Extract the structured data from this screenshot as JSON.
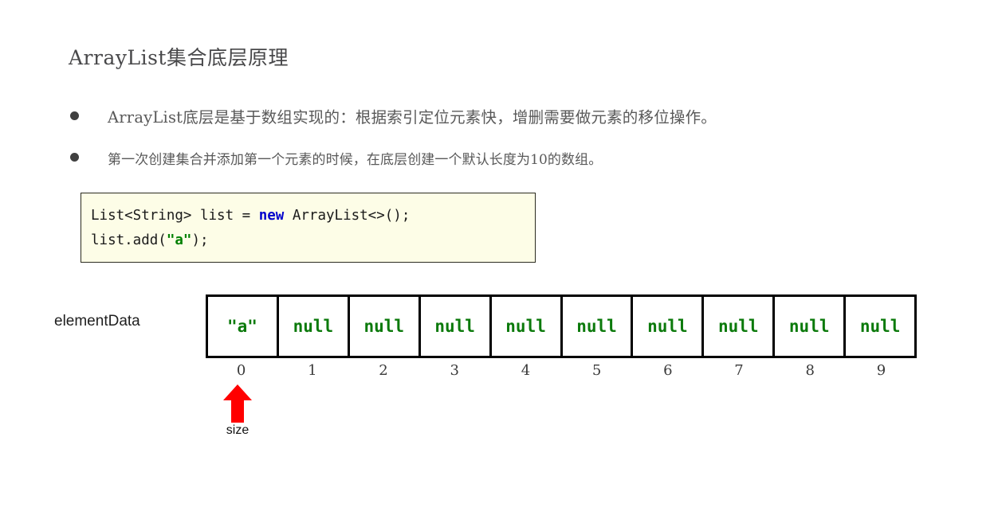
{
  "slide": {
    "title": "ArrayList集合底层原理",
    "background_color": "#ffffff"
  },
  "bullets": [
    {
      "marker": "bullet-dot",
      "text": "ArrayList底层是基于数组实现的：根据索引定位元素快，增删需要做元素的移位操作。"
    },
    {
      "marker": "bullet-dot",
      "text": "第一次创建集合并添加第一个元素的时候，在底层创建一个默认长度为10的数组。"
    }
  ],
  "code_block": {
    "background_color": "#fdfde7",
    "border_color": "#2b2b1f",
    "keyword_color": "#0000cc",
    "string_color": "#008000",
    "line1": {
      "part1": "List<String> list = ",
      "keyword": "new",
      "part2": " ArrayList<>();"
    },
    "line2": {
      "part1": "list.add(",
      "string": "\"a\"",
      "part2": ");"
    }
  },
  "diagram": {
    "array_label": "elementData",
    "cell_text_color": "#0c7a0c",
    "border_color": "#000000",
    "cells": [
      "\"a\"",
      "null",
      "null",
      "null",
      "null",
      "null",
      "null",
      "null",
      "null",
      "null"
    ],
    "indices": [
      "0",
      "1",
      "2",
      "3",
      "4",
      "5",
      "6",
      "7",
      "8",
      "9"
    ],
    "size_marker": {
      "label": "size",
      "arrow_color": "#ff0000",
      "points_to_index": "0"
    }
  }
}
